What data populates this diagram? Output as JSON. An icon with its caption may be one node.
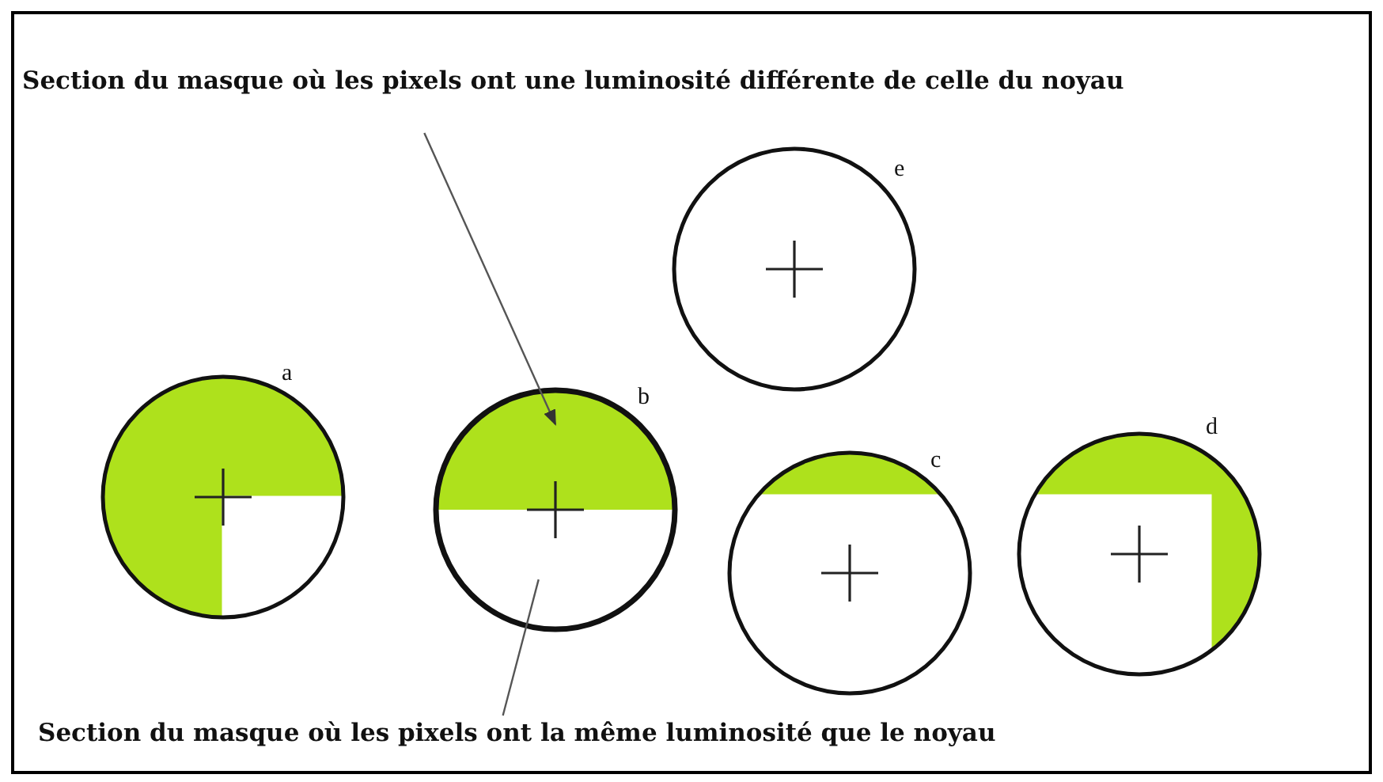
{
  "diagram": {
    "nodes": [
      {
        "text": [
          "Section du masque où les pixels ont une luminosité différente de celle du noyau"
        ]
      },
      {
        "text": [
          "e"
        ]
      },
      {
        "text": [
          "a"
        ]
      },
      {
        "text": [
          "b"
        ]
      },
      {
        "text": [],
        "shape": "semicircle",
        "in": 3
      },
      {
        "text": [],
        "shape": "semicircle",
        "in": 3
      },
      {
        "text": [
          "c"
        ]
      },
      {
        "text": [
          "d"
        ]
      },
      {
        "text": [
          "Section du masque où les pixels ont la même luminosité que le noyau"
        ]
      }
    ],
    "edges": [
      {
        "from": 0,
        "to": 4,
        "arrow": "to"
      },
      {
        "from": 8,
        "to": 5,
        "arrow": "none"
      }
    ]
  }
}
